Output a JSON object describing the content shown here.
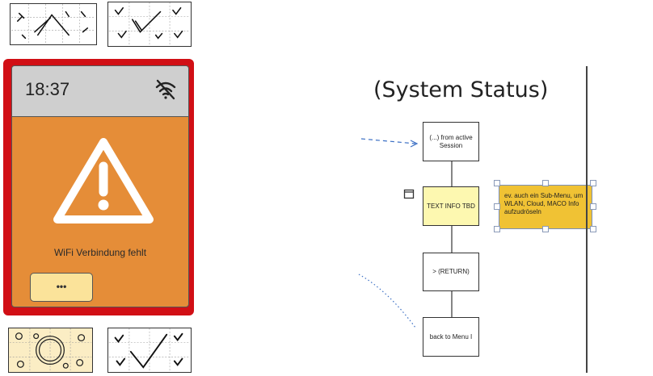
{
  "device": {
    "clock": "18:37",
    "message": "WiFi Verbindung fehlt",
    "more_button": "•••",
    "colors": {
      "frame": "#d10f15",
      "screen": "#e58d38",
      "statusbar": "#cfcfcf",
      "button": "#fbe39a"
    },
    "status_icon": "wifi-off-icon",
    "alert_icon": "warning-triangle-icon"
  },
  "flow": {
    "title": "(System Status)",
    "nodes": [
      {
        "label": "(...) from active Session"
      },
      {
        "label": "TEXT INFO TBD"
      },
      {
        "label": "> (RETURN)"
      },
      {
        "label": "back to Menu I"
      }
    ],
    "note": "ev. auch ein Sub-Menu, um WLAN, Cloud, MACO Info aufzudröseln",
    "colors": {
      "highlight": "#fdf8b0",
      "note": "#f0c234",
      "arrow": "#3b6fc4"
    }
  }
}
